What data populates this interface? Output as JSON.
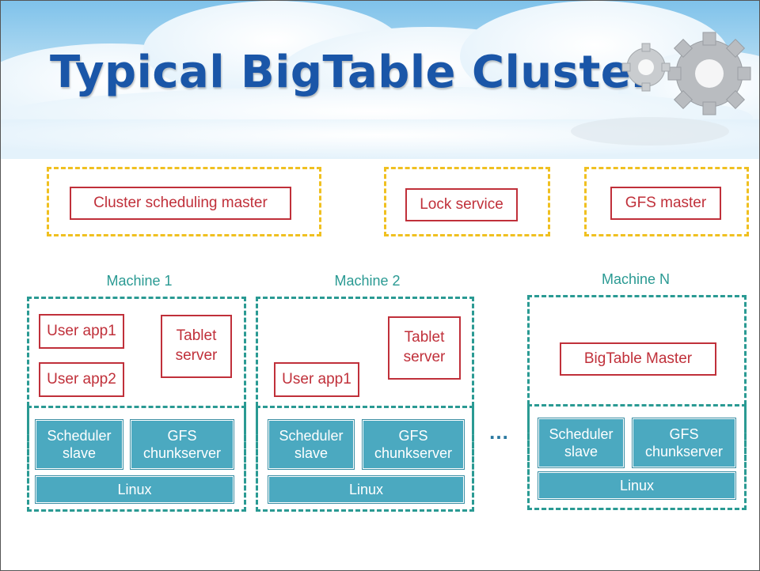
{
  "slide": {
    "title": "Typical BigTable Cluster",
    "colors": {
      "title": "#1a56a8",
      "services_border": "#f0c020",
      "machine_border": "#2a9a93",
      "component_text": "#c0303a",
      "infra_fill": "#4ba9c0"
    }
  },
  "services": [
    {
      "label": "Cluster scheduling master"
    },
    {
      "label": "Lock service"
    },
    {
      "label": "GFS master"
    }
  ],
  "machines": [
    {
      "label": "Machine 1",
      "components": [
        "User app1",
        "User app2",
        "Tablet server"
      ],
      "infrastructure": {
        "scheduler": "Scheduler slave",
        "gfs": "GFS chunkserver",
        "os": "Linux"
      }
    },
    {
      "label": "Machine 2",
      "components": [
        "User app1",
        "Tablet server"
      ],
      "infrastructure": {
        "scheduler": "Scheduler slave",
        "gfs": "GFS chunkserver",
        "os": "Linux"
      }
    },
    {
      "label": "Machine N",
      "components": [
        "BigTable Master"
      ],
      "infrastructure": {
        "scheduler": "Scheduler slave",
        "gfs": "GFS chunkserver",
        "os": "Linux"
      }
    }
  ],
  "ellipsis": "…",
  "decorations": {
    "banner": "cloud-banner",
    "icon": "gears-icon"
  }
}
